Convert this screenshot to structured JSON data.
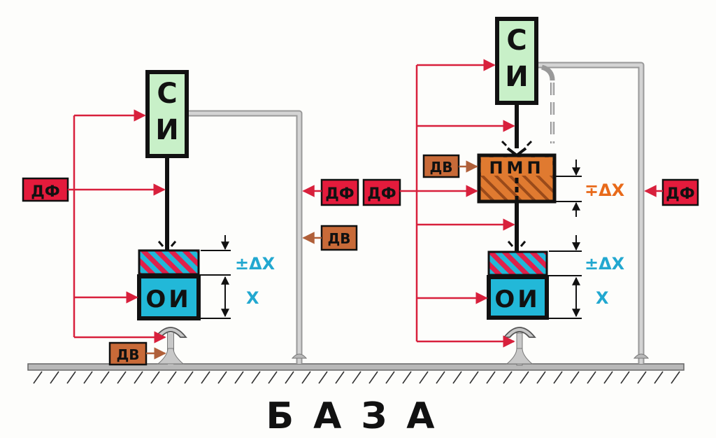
{
  "colors": {
    "si_fill": "#c8f0c8",
    "oi_fill": "#22b8d8",
    "pmp_fill": "#e07a30",
    "hatch_pink": "#e0204a",
    "df_fill": "#e41b3c",
    "dv_fill": "#c86a38",
    "arrow": "#d8203c",
    "frame": "#b8b8b8",
    "delta_text": "#22a8d0",
    "delta_text_orange": "#e86a1a"
  },
  "left": {
    "si": "СИ",
    "oi": "ОИ",
    "df": "ДФ",
    "df_right": "ДФ",
    "dv_frame": "ДВ",
    "dv_base": "ДВ",
    "delta_label": "±ΔX",
    "x_label": "X"
  },
  "right": {
    "si": "СИ",
    "pmp": "ПМП",
    "oi": "ОИ",
    "df": "ДФ",
    "df_right": "ДФ",
    "dv": "ДВ",
    "delta_pmp_label": "∓ΔX",
    "delta_label": "±ΔX",
    "x_label": "X"
  },
  "base_label": "БАЗА"
}
